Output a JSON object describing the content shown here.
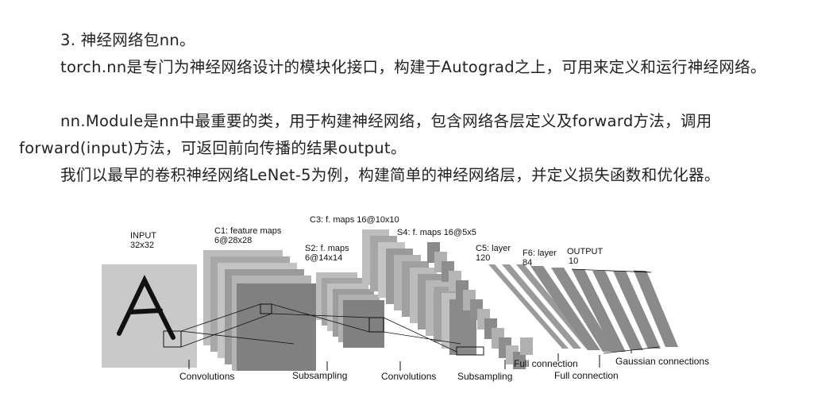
{
  "document": {
    "heading": "3. 神经网络包nn。",
    "paragraphs": [
      "torch.nn是专门为神经网络设计的模块化接口，构建于Autograd之上，可用来定义和运行神经网络。",
      "nn.Module是nn中最重要的类，用于构建神经网络，包含网络各层定义及forward方法，调用forward(input)方法，可返回前向传播的结果output。",
      "我们以最早的卷积神经网络LeNet-5为例，构建简单的神经网络层，并定义损失函数和优化器。"
    ]
  },
  "figure": {
    "layers": {
      "input_title": "INPUT",
      "input_size": "32x32",
      "c1_title": "C1: feature maps",
      "c1_size": "6@28x28",
      "s2_title": "S2: f. maps",
      "s2_size": "6@14x14",
      "c3_title": "C3: f. maps 16@10x10",
      "s4_title": "S4: f. maps 16@5x5",
      "c5_title": "C5: layer",
      "c5_size": "120",
      "f6_title": "F6: layer",
      "f6_size": "84",
      "output_title": "OUTPUT",
      "output_size": "10"
    },
    "operations": {
      "conv1": "Convolutions",
      "sub1": "Subsampling",
      "conv2": "Convolutions",
      "sub2": "Subsampling",
      "full1": "Full connection",
      "full2": "Full connection",
      "gauss": "Gaussian connections"
    },
    "input_glyph": "A"
  }
}
